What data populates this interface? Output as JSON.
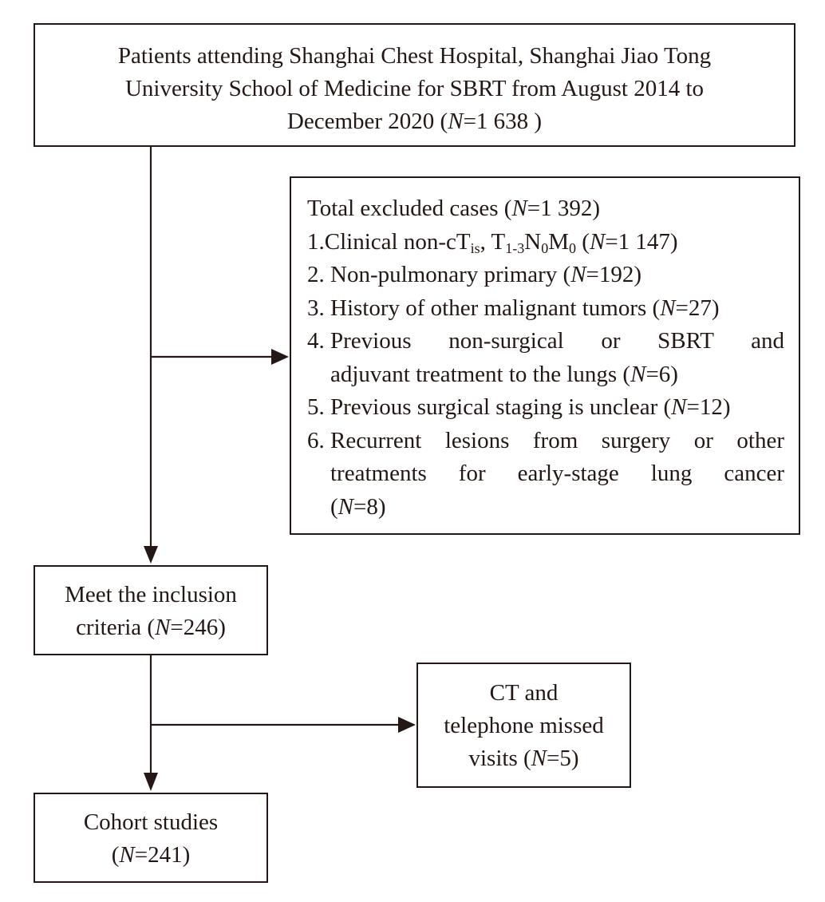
{
  "start": {
    "line1": "Patients attending Shanghai Chest Hospital, Shanghai Jiao Tong",
    "line2": "University School of Medicine for SBRT from August 2014 to",
    "line3_pre": "December 2020 (",
    "n": "N",
    "line3_post": "=1 638 )"
  },
  "excluded": {
    "title_pre": "Total excluded cases (",
    "title_n": "N",
    "title_post": "=1 392)",
    "item1": {
      "num": "1.",
      "text_a": "Clinical non-cT",
      "sub_a": "is",
      "text_b": ", T",
      "sub_b": "1-3",
      "text_c": "N",
      "sub_c": "0",
      "text_d": "M",
      "sub_d": "0",
      "text_e": " (",
      "n": "N",
      "post": "=1 147)"
    },
    "item2": {
      "num": "2. ",
      "text": "Non-pulmonary primary (",
      "n": "N",
      "post": "=192)"
    },
    "item3": {
      "num": "3. ",
      "text": "History of other malignant tumors (",
      "n": "N",
      "post": "=27)"
    },
    "item4": {
      "num": "4. ",
      "line1": "Previous non-surgical or SBRT and",
      "line2_pre": "adjuvant treatment to the lungs (",
      "n": "N",
      "post": "=6)"
    },
    "item5": {
      "num": "5. ",
      "text": "Previous surgical staging is unclear (",
      "n": "N",
      "post": "=12)"
    },
    "item6": {
      "num": "6. ",
      "line1": "Recurrent lesions from surgery or other",
      "line2": "treatments for early-stage lung cancer",
      "line3_pre": "(",
      "n": "N",
      "post": "=8)"
    }
  },
  "inclusion": {
    "line1": "Meet the inclusion",
    "line2_pre": "criteria (",
    "n": "N",
    "post": "=246)"
  },
  "missed": {
    "line1": "CT and",
    "line2": "telephone missed",
    "line3_pre": "visits (",
    "n": "N",
    "post": "=5)"
  },
  "cohort": {
    "line1": "Cohort studies",
    "line2_pre": "(",
    "n": "N",
    "post": "=241)"
  },
  "colors": {
    "stroke": "#231815",
    "background": "#ffffff"
  }
}
